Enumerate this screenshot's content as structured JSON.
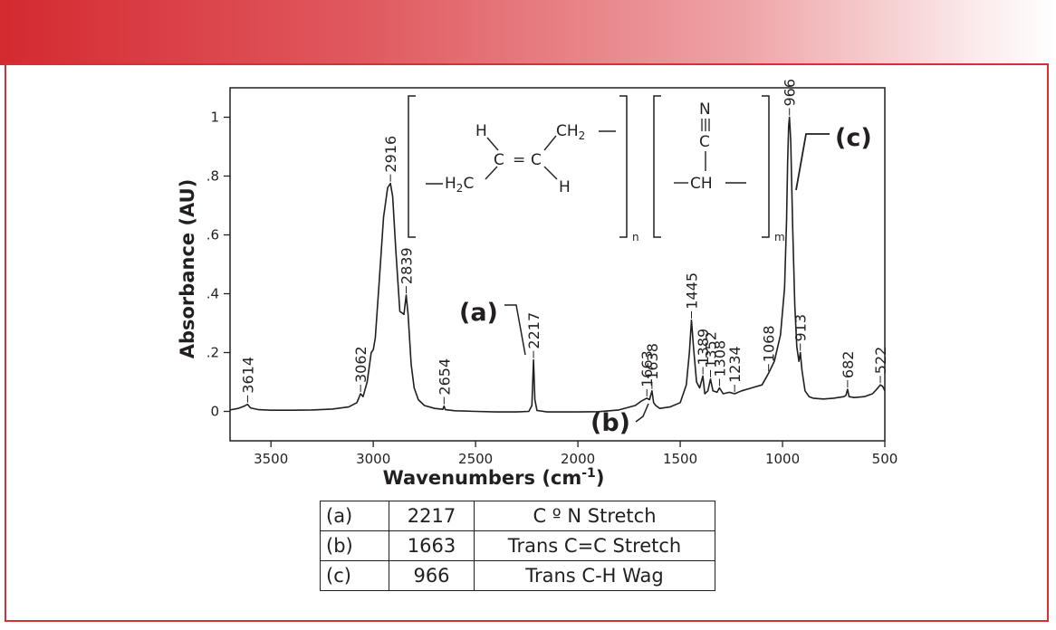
{
  "chart_data": {
    "type": "line",
    "title": "",
    "xlabel": "Wavenumbers (cm",
    "xlabel_superscript": "-1",
    "xlabel_close": ")",
    "ylabel": "Absorbance (AU)",
    "xlim": [
      3700,
      500
    ],
    "ylim": [
      -0.1,
      1.1
    ],
    "x_reversed": true,
    "x_ticks": [
      3500,
      3000,
      2500,
      2000,
      1500,
      1000,
      500
    ],
    "y_ticks": [
      {
        "value": 0,
        "label": "0"
      },
      {
        "value": 0.2,
        "label": ".2"
      },
      {
        "value": 0.4,
        "label": ".4"
      },
      {
        "value": 0.6,
        "label": ".6"
      },
      {
        "value": 0.8,
        "label": ".8"
      },
      {
        "value": 1.0,
        "label": "1"
      }
    ],
    "grid": false,
    "line_color": "#231f20",
    "series": [
      {
        "x": [
          3700,
          3660,
          3630,
          3614,
          3600,
          3560,
          3500,
          3400,
          3300,
          3200,
          3120,
          3080,
          3062,
          3050,
          3030,
          3010,
          3000,
          2990,
          2970,
          2950,
          2930,
          2916,
          2905,
          2890,
          2870,
          2850,
          2839,
          2830,
          2815,
          2800,
          2780,
          2750,
          2700,
          2660,
          2654,
          2648,
          2600,
          2500,
          2400,
          2300,
          2240,
          2225,
          2217,
          2210,
          2200,
          2150,
          2000,
          1900,
          1800,
          1720,
          1690,
          1663,
          1650,
          1638,
          1630,
          1620,
          1600,
          1550,
          1500,
          1470,
          1455,
          1445,
          1435,
          1420,
          1405,
          1389,
          1380,
          1365,
          1352,
          1340,
          1320,
          1308,
          1290,
          1260,
          1234,
          1200,
          1150,
          1100,
          1068,
          1040,
          1010,
          990,
          980,
          975,
          970,
          966,
          960,
          950,
          940,
          930,
          920,
          913,
          905,
          890,
          870,
          850,
          800,
          750,
          700,
          690,
          682,
          675,
          650,
          600,
          560,
          540,
          522,
          510,
          500
        ],
        "y": [
          0.005,
          0.01,
          0.018,
          0.024,
          0.012,
          0.006,
          0.004,
          0.004,
          0.005,
          0.008,
          0.015,
          0.03,
          0.06,
          0.05,
          0.1,
          0.2,
          0.21,
          0.25,
          0.45,
          0.66,
          0.76,
          0.775,
          0.73,
          0.55,
          0.34,
          0.33,
          0.395,
          0.33,
          0.16,
          0.08,
          0.04,
          0.02,
          0.01,
          0.007,
          0.018,
          0.006,
          0.002,
          0.0,
          -0.002,
          -0.002,
          0.0,
          0.02,
          0.175,
          0.04,
          0.003,
          -0.002,
          -0.002,
          -0.001,
          0.005,
          0.02,
          0.035,
          0.045,
          0.04,
          0.07,
          0.03,
          0.02,
          0.01,
          0.015,
          0.03,
          0.09,
          0.2,
          0.31,
          0.22,
          0.1,
          0.08,
          0.12,
          0.06,
          0.07,
          0.11,
          0.07,
          0.065,
          0.08,
          0.06,
          0.065,
          0.06,
          0.07,
          0.08,
          0.09,
          0.13,
          0.17,
          0.26,
          0.42,
          0.65,
          0.85,
          0.97,
          1.0,
          0.92,
          0.62,
          0.36,
          0.22,
          0.17,
          0.2,
          0.14,
          0.07,
          0.05,
          0.045,
          0.042,
          0.045,
          0.05,
          0.055,
          0.075,
          0.05,
          0.047,
          0.05,
          0.06,
          0.075,
          0.09,
          0.085,
          0.07
        ]
      }
    ],
    "peak_labels": [
      {
        "x": 3614,
        "y": 0.024,
        "label": "3614"
      },
      {
        "x": 3062,
        "y": 0.06,
        "label": "3062"
      },
      {
        "x": 2916,
        "y": 0.775,
        "label": "2916"
      },
      {
        "x": 2839,
        "y": 0.395,
        "label": "2839"
      },
      {
        "x": 2654,
        "y": 0.018,
        "label": "2654"
      },
      {
        "x": 2217,
        "y": 0.175,
        "label": "2217"
      },
      {
        "x": 1663,
        "y": 0.045,
        "label": "1663"
      },
      {
        "x": 1638,
        "y": 0.07,
        "label": "1638"
      },
      {
        "x": 1445,
        "y": 0.31,
        "label": "1445"
      },
      {
        "x": 1389,
        "y": 0.12,
        "label": "1389"
      },
      {
        "x": 1352,
        "y": 0.11,
        "label": "1352"
      },
      {
        "x": 1308,
        "y": 0.08,
        "label": "1308"
      },
      {
        "x": 1234,
        "y": 0.06,
        "label": "1234"
      },
      {
        "x": 1068,
        "y": 0.13,
        "label": "1068"
      },
      {
        "x": 966,
        "y": 1.0,
        "label": "966"
      },
      {
        "x": 913,
        "y": 0.2,
        "label": "913"
      },
      {
        "x": 682,
        "y": 0.075,
        "label": "682"
      },
      {
        "x": 522,
        "y": 0.09,
        "label": "522"
      }
    ],
    "callouts": [
      {
        "label": "(a)",
        "target_x": 2217
      },
      {
        "label": "(b)",
        "target_x": 1663
      },
      {
        "label": "(c)",
        "target_x": 966
      }
    ]
  },
  "structure": {
    "unit1": {
      "h_left": "H",
      "h_right": "H",
      "c_left": "C",
      "c_right": "C",
      "double_bond": "=",
      "ch": "CH",
      "ch_sub": "2",
      "hc_h": "H",
      "hc_sub": "2",
      "hc_c": "C",
      "subscript": "n"
    },
    "unit2": {
      "n": "N",
      "c": "C",
      "ch": "CH",
      "subscript": "m"
    }
  },
  "table": {
    "rows": [
      {
        "label": "(a)",
        "wavenumber": "2217",
        "assignment": "C º N Stretch"
      },
      {
        "label": "(b)",
        "wavenumber": "1663",
        "assignment": "Trans C=C Stretch"
      },
      {
        "label": "(c)",
        "wavenumber": "966",
        "assignment": "Trans C-H Wag"
      }
    ]
  }
}
